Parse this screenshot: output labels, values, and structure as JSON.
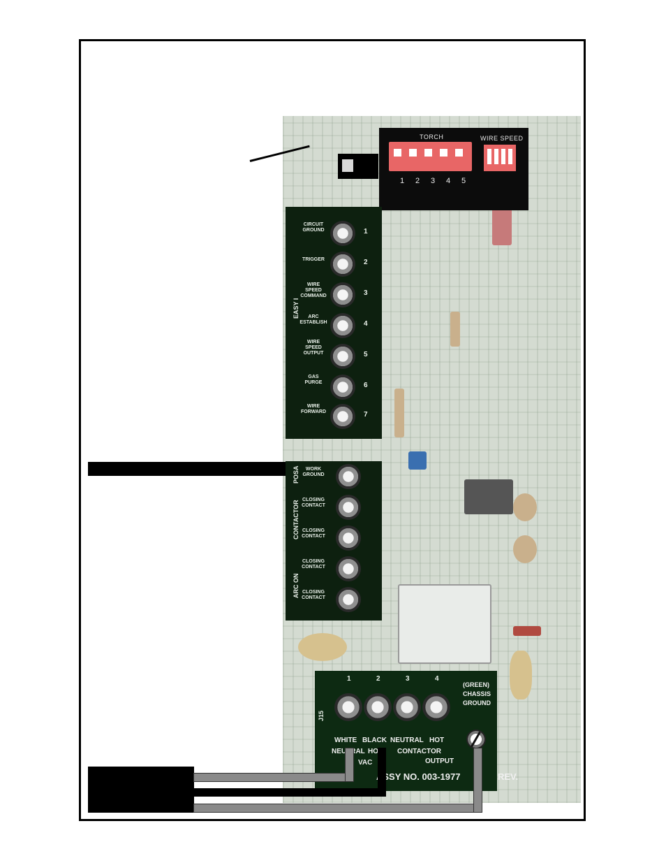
{
  "dip_switch": {
    "torch_label": "TORCH",
    "wire_speed_label": "WIRE SPEED",
    "positions": [
      "1",
      "2",
      "3",
      "4",
      "5"
    ]
  },
  "terminal_block_1": {
    "group_label": "EASY I",
    "terminals": [
      {
        "label": "CIRCUIT GROUND",
        "number": "1"
      },
      {
        "label": "TRIGGER",
        "number": "2"
      },
      {
        "label": "WIRE SPEED COMMAND",
        "number": "3"
      },
      {
        "label": "ARC ESTABLISH",
        "number": "4"
      },
      {
        "label": "WIRE SPEED OUTPUT",
        "number": "5"
      },
      {
        "label": "GAS PURGE",
        "number": "6"
      },
      {
        "label": "WIRE FORWARD",
        "number": "7"
      }
    ]
  },
  "terminal_block_2": {
    "group_labels": [
      "POSA",
      "CONTACTOR",
      "ARC ON"
    ],
    "terminals": [
      {
        "label": "WORK GROUND"
      },
      {
        "label": "CLOSING CONTACT"
      },
      {
        "label": "CLOSING CONTACT"
      },
      {
        "label": "CLOSING CONTACT"
      },
      {
        "label": "CLOSING CONTACT"
      }
    ]
  },
  "terminal_block_3": {
    "numbers": [
      "1",
      "2",
      "3",
      "4"
    ],
    "j_label": "J15",
    "bottom_labels": [
      "WHITE",
      "BLACK",
      "NEUTRAL",
      "HOT"
    ],
    "sub_labels": [
      "NEUTRAL",
      "HOT",
      "CONTACTOR",
      "OUTPUT"
    ],
    "chassis_ground": "(GREEN) CHASSIS GROUND",
    "assy": "ASSY NO. 003-1977",
    "rev": "REV.",
    "vac": "VAC"
  },
  "colors": {
    "board_bg": "#d4dbd1",
    "terminal_block": "#0d200f",
    "dip_red": "#e86666",
    "wire": "#8a8a8a"
  }
}
